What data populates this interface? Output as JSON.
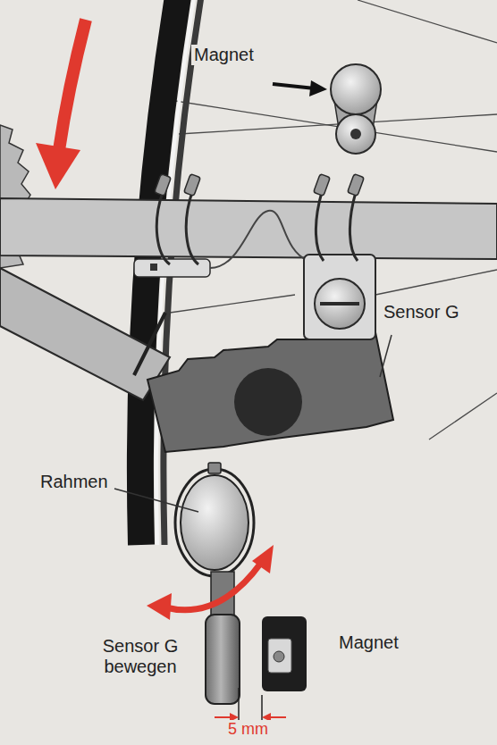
{
  "diagram": {
    "labels": [
      "Magnet",
      "Sensor G",
      "Rahmen",
      "Sensor G bewegen",
      "Magnet",
      "5 mm"
    ]
  }
}
